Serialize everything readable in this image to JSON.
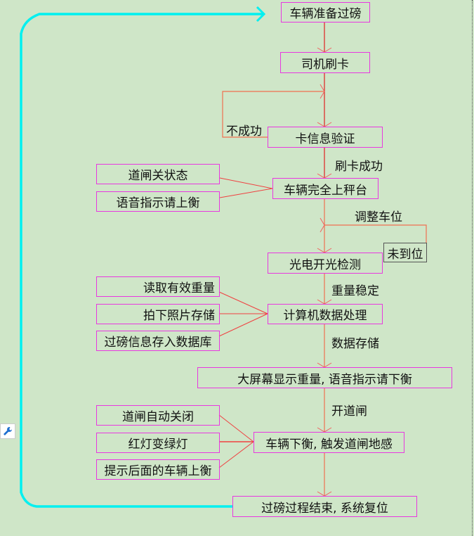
{
  "steps": {
    "s1": "车辆准备过磅",
    "s2": "司机刷卡",
    "s3": "卡信息验证",
    "s4": "车辆完全上秤台",
    "s5": "光电开光检测",
    "s6": "计算机数据处理",
    "s7": "大屏幕显示重量, 语音指示请下衡",
    "s8": "车辆下衡, 触发道闸地感",
    "s9": "过磅过程结束, 系统复位"
  },
  "edges": {
    "fail": "不成功",
    "card_ok": "刷卡成功",
    "adjust": "调整车位",
    "not_in_place": "未到位",
    "weight_stable": "重量稳定",
    "data_store": "数据存储",
    "open_gate": "开道闸"
  },
  "side": {
    "s4": [
      "道闸关状态",
      "语音指示请上衡"
    ],
    "s6": [
      "读取有效重量",
      "拍下照片存储",
      "过磅信息存入数据库"
    ],
    "s8": [
      "道闸自动关闭",
      "红灯变绿灯",
      "提示后面的车辆上衡"
    ]
  },
  "colors": {
    "box_border": "#e838e0",
    "arrow": "#e83030",
    "loop": "#00f0f0",
    "bg": "#cfe6c8"
  }
}
